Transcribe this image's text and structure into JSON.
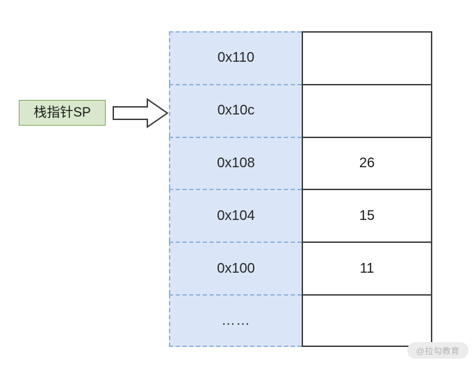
{
  "diagram": {
    "title": "stack-pointer-memory-diagram",
    "pointer_label": {
      "text": "栈指针SP",
      "fill_color": "#d9e8cc",
      "border_color": "#7aa352"
    },
    "arrow": {
      "icon": "block-arrow-right-icon",
      "direction": "right",
      "fill_color": "#ffffff",
      "stroke_color": "#3f3f3f"
    },
    "table": {
      "address_column_fill": "#dae6f7",
      "address_column_border": "#8fb2de",
      "value_column_fill": "#ffffff",
      "value_column_border": "#3f3f3f",
      "rows": [
        {
          "address": "0x110",
          "value": ""
        },
        {
          "address": "0x10c",
          "value": ""
        },
        {
          "address": "0x108",
          "value": "26"
        },
        {
          "address": "0x104",
          "value": "15"
        },
        {
          "address": "0x100",
          "value": "11"
        },
        {
          "address": "……",
          "value": ""
        }
      ]
    },
    "watermark": {
      "text": "@拉勾教育"
    }
  }
}
